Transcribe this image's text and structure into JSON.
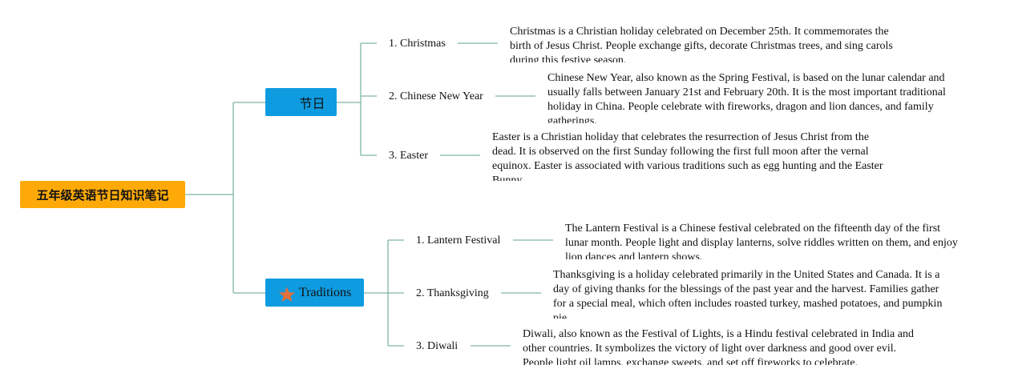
{
  "root": {
    "title": "五年级英语节日知识笔记"
  },
  "branches": [
    {
      "label": "节日",
      "items": [
        {
          "label": "1. Christmas",
          "desc": "Christmas is a Christian holiday celebrated on December 25th. It commemorates the birth of Jesus Christ. People exchange gifts, decorate Christmas trees, and sing carols during this festive season."
        },
        {
          "label": "2. Chinese New Year",
          "desc": "Chinese New Year, also known as the Spring Festival, is based on the lunar calendar and usually falls between January 21st and February 20th. It is the most important traditional holiday in China. People celebrate with fireworks, dragon and lion dances, and family gatherings."
        },
        {
          "label": "3. Easter",
          "desc": "Easter is a Christian holiday that celebrates the resurrection of Jesus Christ from the dead. It is observed on the first Sunday following the first full moon after the vernal equinox. Easter is associated with various traditions such as egg hunting and the Easter Bunny."
        }
      ]
    },
    {
      "label": "Traditions",
      "icon": "star-icon",
      "items": [
        {
          "label": "1. Lantern Festival",
          "desc": "The Lantern Festival is a Chinese festival celebrated on the fifteenth day of the first lunar month. People light and display lanterns, solve riddles written on them, and enjoy lion dances and lantern shows."
        },
        {
          "label": "2. Thanksgiving",
          "desc": "Thanksgiving is a holiday celebrated primarily in the United States and Canada. It is a day of giving thanks for the blessings of the past year and the harvest. Families gather for a special meal, which often includes roasted turkey, mashed potatoes, and pumpkin pie."
        },
        {
          "label": "3. Diwali",
          "desc": "Diwali, also known as the Festival of Lights, is a Hindu festival celebrated in India and other countries. It symbolizes the victory of light over darkness and good over evil. People light oil lamps, exchange sweets, and set off fireworks to celebrate."
        }
      ]
    }
  ],
  "colors": {
    "root": "#fdaa08",
    "branch": "#0f9be0",
    "connector": "#7fb5a8",
    "star": "#e0703a"
  }
}
